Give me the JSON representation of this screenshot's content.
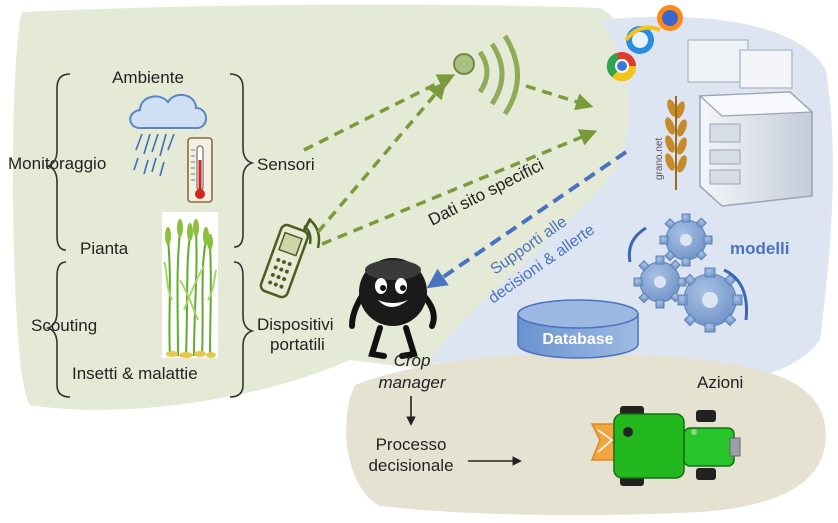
{
  "left_panel": {
    "ambiente": "Ambiente",
    "monitoraggio": "Monitoraggio",
    "pianta": "Pianta",
    "scouting": "Scouting",
    "insetti": "Insetti & malattie",
    "sensori": "Sensori",
    "dispositivi_1": "Dispositivi",
    "dispositivi_2": "portatili"
  },
  "center": {
    "dati": "Dati sito specifici",
    "supporti_1": "Supporti alle",
    "supporti_2": "decisioni & allerte",
    "crop_1": "Crop",
    "crop_2": "manager"
  },
  "right_panel": {
    "grano_label": "grano.net",
    "modelli": "modelli",
    "database": "Database"
  },
  "bottom_panel": {
    "azioni": "Azioni",
    "processo_1": "Processo",
    "processo_2": "decisionale"
  },
  "colors": {
    "green_bg": "#e5ead6",
    "blue_bg": "#dde5f2",
    "tan_bg": "#e6e2d2",
    "arrow_green": "#7a9a3c",
    "arrow_blue": "#4a72c2",
    "text_blue": "#4a72c2",
    "tractor_green": "#22b81e"
  },
  "icons": [
    "cloud-rain-icon",
    "thermometer-icon",
    "wheat-plants-icon",
    "mobile-phone-icon",
    "wifi-signal-icon",
    "browser-logos-icon",
    "server-icon",
    "gears-icon",
    "database-icon",
    "crop-manager-character-icon",
    "tractor-icon"
  ]
}
